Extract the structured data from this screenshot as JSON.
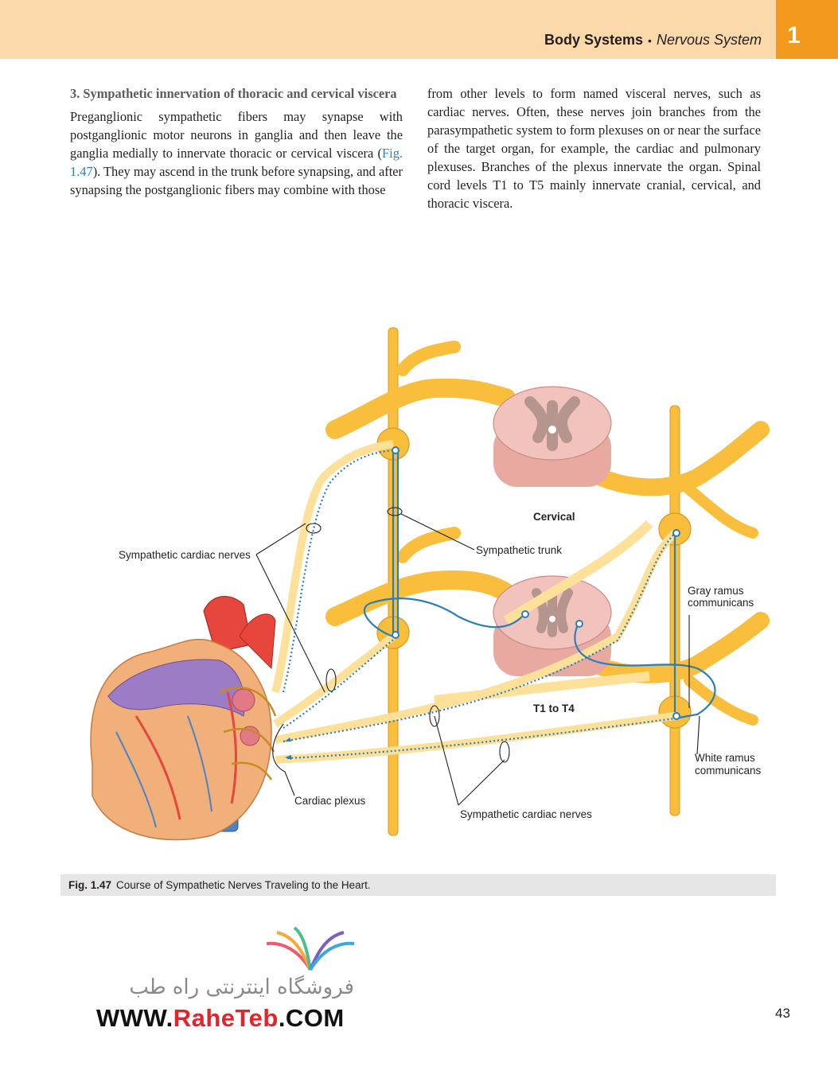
{
  "header": {
    "section": "Body Systems",
    "bullet": "•",
    "subsection": "Nervous System",
    "chapter_number": "1"
  },
  "body": {
    "subhead": "3. Sympathetic innervation of thoracic and cervical viscera",
    "left_paragraph_start": "Preganglionic sympathetic fibers may synapse with postganglionic motor neurons in ganglia and then leave the ganglia medially to innervate thoracic or cervical viscera (",
    "figure_ref": "Fig. 1.47",
    "left_paragraph_end": "). They may ascend in the trunk before synapsing, and after synapsing the postganglionic fibers may combine with those",
    "right_paragraph": "from other levels to form named visceral nerves, such as cardiac nerves. Often, these nerves join branches from the parasympathetic system to form plexuses on or near the surface of the target organ, for example, the cardiac and pulmonary plexuses. Branches of the plexus innervate the organ. Spinal cord levels T1 to T5 mainly innervate cranial, cervical, and thoracic viscera."
  },
  "figure": {
    "labels": {
      "cervical": "Cervical",
      "sympathetic_trunk": "Sympathetic trunk",
      "sympathetic_cardiac_nerves_left": "Sympathetic cardiac nerves",
      "gray_ramus_1": "Gray ramus",
      "gray_ramus_2": "communicans",
      "t1_t4": "T1 to T4",
      "white_ramus_1": "White ramus",
      "white_ramus_2": "communicans",
      "cardiac_plexus": "Cardiac plexus",
      "sympathetic_cardiac_nerves_bottom": "Sympathetic cardiac nerves"
    },
    "colors": {
      "nerve": "#f9be3c",
      "nerve_light": "#fde09a",
      "spinal_cord": "#f2c2bc",
      "gray_matter": "#b7958f",
      "fiber": "#2a7fb8",
      "heart": "#f1b07a",
      "aorta": "#e6463c",
      "vein": "#4a84c4",
      "atrium": "#9c7cc4"
    }
  },
  "caption": {
    "number": "Fig. 1.47",
    "text": "Course of Sympathetic Nerves Traveling to the Heart."
  },
  "watermark": {
    "persian": "فروشگاه اینترنتی راه طب",
    "url_start": "WWW.",
    "url_brand": "RaheTeb",
    "url_end": ".COM"
  },
  "page_number": "43"
}
